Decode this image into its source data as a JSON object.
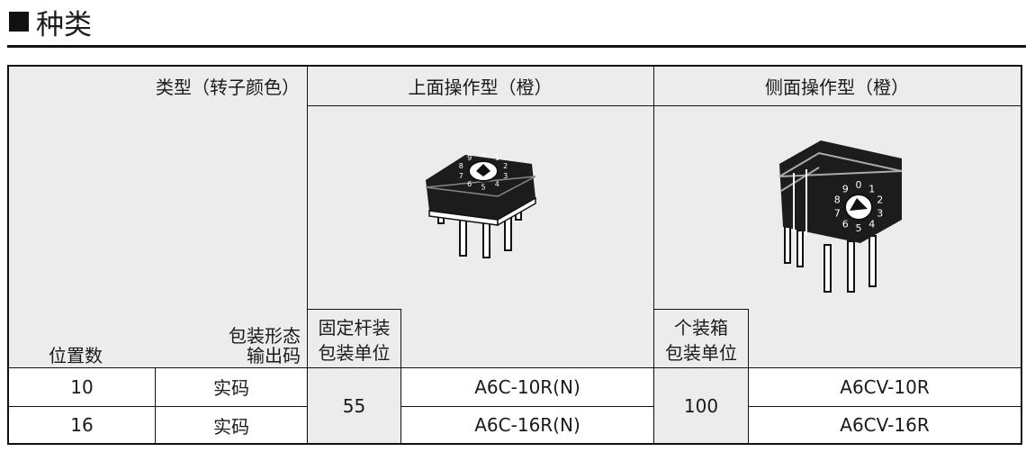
{
  "heading": "种类",
  "table": {
    "type_header": "类型（转子颜色）",
    "top_header": "上面操作型（橙）",
    "side_header": "侧面操作型（橙）",
    "pack_form": "包装形态",
    "output_code": "输出码",
    "positions": "位置数",
    "tube_line1": "固定杆装",
    "tube_line2": "包装单位",
    "box_line1": "个装箱",
    "box_line2": "包装单位",
    "rows": [
      {
        "positions": "10",
        "code": "实码",
        "top_model": "A6C-10R(N)",
        "side_model": "A6CV-10R"
      },
      {
        "positions": "16",
        "code": "实码",
        "top_model": "A6C-16R(N)",
        "side_model": "A6CV-16R"
      }
    ],
    "top_unit": "55",
    "side_unit": "100"
  },
  "dial_digits": [
    "9",
    "0",
    "1",
    "2",
    "3",
    "4",
    "5",
    "6",
    "7",
    "8"
  ],
  "colors": {
    "header_bg": "#ececec",
    "line": "#111111",
    "body_black": "#1c1c1c"
  }
}
